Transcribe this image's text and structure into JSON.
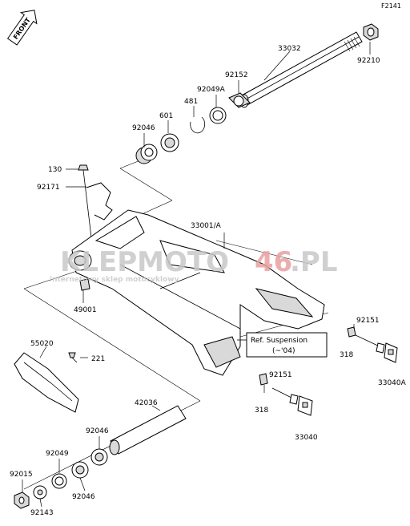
{
  "diagram": {
    "figure_code": "F2141",
    "front_label": "FRONT",
    "watermark": {
      "text_main": "KLEPMOTO",
      "text_num": "46",
      "text_tld": ".PL",
      "tagline": "internetowy sklep motocyklowy",
      "color_main": "#c8c8c8",
      "color_num": "#e8a0a0"
    },
    "callout": {
      "line1": "Ref. Suspension",
      "line2": "(~'04)"
    },
    "parts": {
      "p33032": "33032",
      "p92210": "92210",
      "p92152": "92152",
      "p92049A": "92049A",
      "p481": "481",
      "p601": "601",
      "p92046_top": "92046",
      "p130": "130",
      "p92171": "92171",
      "p33001A": "33001/A",
      "p49001": "49001",
      "p92151_r": "92151",
      "p318_r": "318",
      "p33040A": "33040A",
      "p55020": "55020",
      "p221": "221",
      "p92151_b": "92151",
      "p318_b": "318",
      "p33040": "33040",
      "p42036": "42036",
      "p92046_b1": "92046",
      "p92049": "92049",
      "p92046_b2": "92046",
      "p92015": "92015",
      "p92143": "92143"
    }
  }
}
